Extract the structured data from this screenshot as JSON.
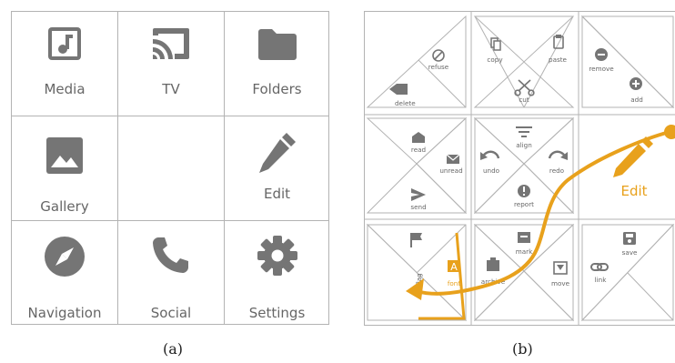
{
  "panel_a": {
    "caption": "(a)",
    "cells": [
      {
        "label": "Media",
        "icon": "music-note-icon"
      },
      {
        "label": "TV",
        "icon": "cast-icon"
      },
      {
        "label": "Folders",
        "icon": "folder-icon"
      },
      {
        "label": "Gallery",
        "icon": "image-icon"
      },
      {
        "label": "",
        "icon": ""
      },
      {
        "label": "Edit",
        "icon": "pencil-icon"
      },
      {
        "label": "Navigation",
        "icon": "compass-icon"
      },
      {
        "label": "Social",
        "icon": "phone-icon"
      },
      {
        "label": "Settings",
        "icon": "gear-icon"
      }
    ]
  },
  "panel_b": {
    "caption": "(b)",
    "edit_label": "Edit",
    "items": {
      "refuse": "refuse",
      "delete": "delete",
      "copy": "copy",
      "cut": "cut",
      "paste": "paste",
      "remove": "remove",
      "add": "add",
      "read": "read",
      "unread": "unread",
      "undo": "undo",
      "align": "align",
      "redo": "redo",
      "send": "send",
      "report": "report",
      "flag": "flag",
      "font": "font",
      "archive": "archive",
      "mark": "mark",
      "move": "move",
      "link": "link",
      "save": "save"
    }
  },
  "colors": {
    "icon_gray": "#757575",
    "grid_line": "#b3b3b3",
    "accent": "#e8a11c",
    "text": "#666666"
  }
}
